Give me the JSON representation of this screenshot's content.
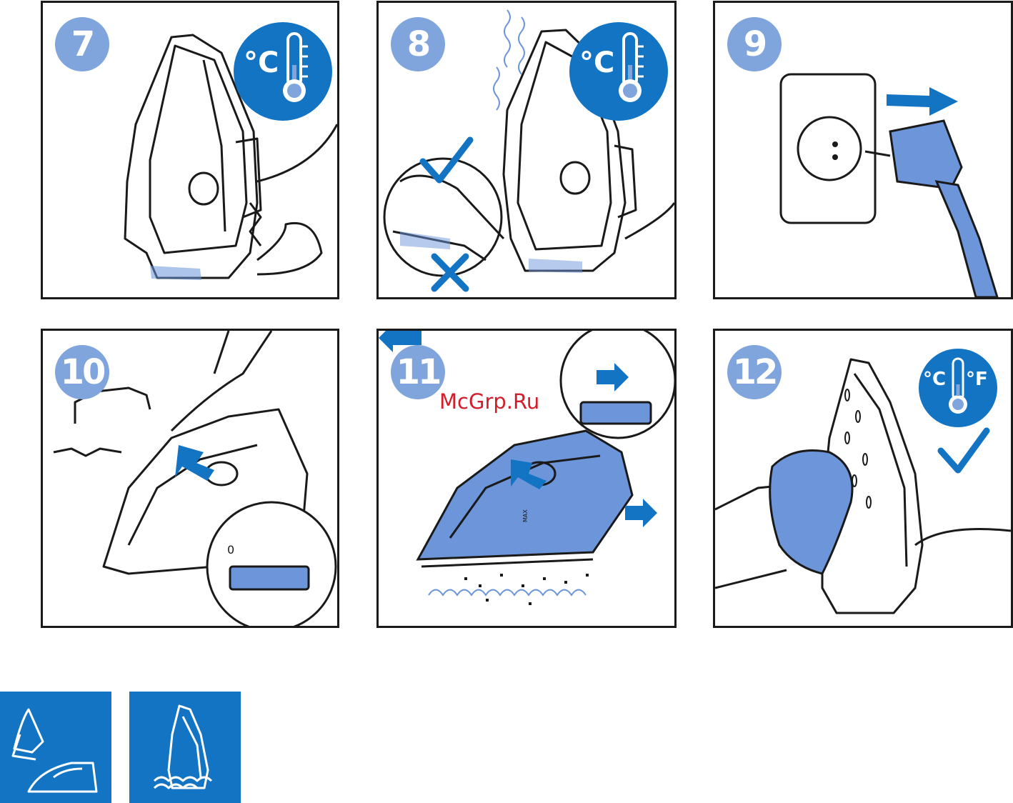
{
  "steps": [
    "7",
    "8",
    "9",
    "10",
    "11",
    "12"
  ],
  "thermo": {
    "celsius": "°C",
    "fahrenheit": "°F"
  },
  "dial": {
    "zero": "0",
    "max": "MAX"
  },
  "watermark": "McGrp.Ru",
  "colors": {
    "blue": "#1474c4",
    "step_circle": "#7fa5dc",
    "accent_blue": "#6c95da",
    "check": "#1474c4"
  },
  "care_icons": [
    "iron-with-cloth-icon",
    "iron-cord-wrapped-icon"
  ]
}
